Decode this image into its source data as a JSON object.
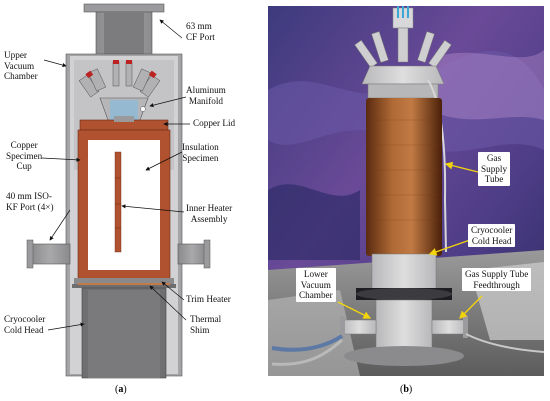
{
  "panel_a": {
    "caption_open": "(",
    "caption_letter": "a",
    "caption_close": ")",
    "labels": {
      "cf_port": [
        "63 mm",
        "CF Port"
      ],
      "upper_vacuum": [
        "Upper",
        "Vacuum",
        "Chamber"
      ],
      "aluminum_manifold": [
        "Aluminum",
        "Manifold"
      ],
      "copper_lid": [
        "Copper Lid"
      ],
      "copper_cup": [
        "Copper",
        "Specimen",
        "Cup"
      ],
      "insulation_specimen": [
        "Insulation",
        "Specimen"
      ],
      "iso_kf_port": [
        "40 mm ISO-",
        "KF Port (4×)"
      ],
      "inner_heater": [
        "Inner Heater",
        "Assembly"
      ],
      "trim_heater": [
        "Trim Heater"
      ],
      "cryocooler": [
        "Cryocooler",
        "Cold Head"
      ],
      "thermal_shim": [
        "Thermal",
        "Shim"
      ]
    }
  },
  "panel_b": {
    "caption_open": "(",
    "caption_letter": "b",
    "caption_close": ")",
    "labels": {
      "gas_supply_tube": [
        "Gas",
        "Supply",
        "Tube"
      ],
      "cryocooler_b": [
        "Cryocooler",
        "Cold Head"
      ],
      "lower_vacuum": [
        "Lower",
        "Vacuum",
        "Chamber"
      ],
      "gas_feedthrough": [
        "Gas Supply Tube",
        "Feedthrough"
      ]
    }
  },
  "colors": {
    "steel_dark": "#6e6e70",
    "steel_mid": "#9a9a9c",
    "steel_light": "#c9c9cb",
    "copper": "#b0512f",
    "copper_photo": "#9a4a22",
    "arrow_yellow": "#f2d40d",
    "background_purple": "#4b3d86"
  }
}
